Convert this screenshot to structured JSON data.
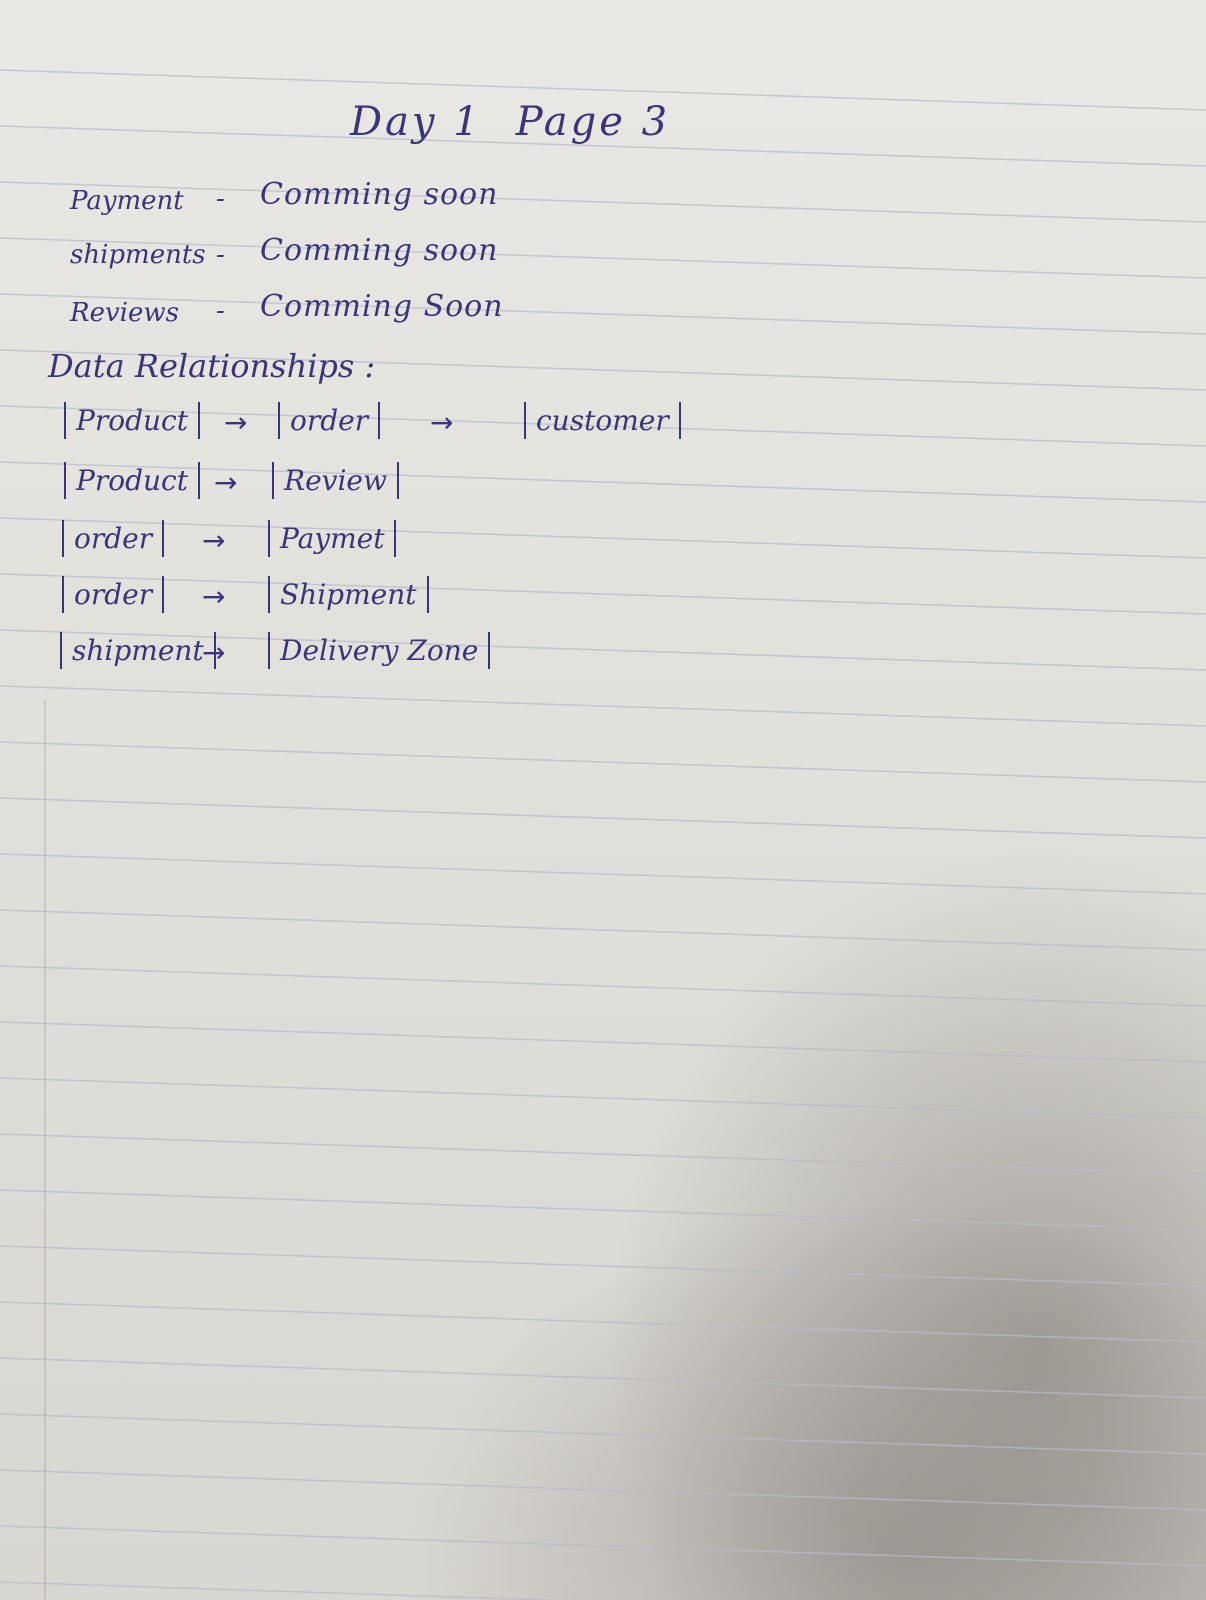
{
  "header": {
    "day": "Day 1",
    "page": "Page 3"
  },
  "status_list": [
    {
      "label": "Payment",
      "dash": "-",
      "value": "Comming soon"
    },
    {
      "label": "shipments",
      "dash": "-",
      "value": "Comming soon"
    },
    {
      "label": "Reviews",
      "dash": "-",
      "value": "Comming Soon"
    }
  ],
  "relationships": {
    "title": "Data Relationships :",
    "rows": [
      {
        "from": "Product",
        "to": "order",
        "third": "customer"
      },
      {
        "from": "Product",
        "to": "Review"
      },
      {
        "from": "order",
        "to": "Paymet"
      },
      {
        "from": "order",
        "to": "Shipment"
      },
      {
        "from": "shipment",
        "to": "Delivery Zone"
      }
    ]
  },
  "arrow_glyph": "→",
  "colors": {
    "ink": "#3a347a",
    "paper": "#e6e5e1",
    "rule": "#b9bfd0"
  }
}
